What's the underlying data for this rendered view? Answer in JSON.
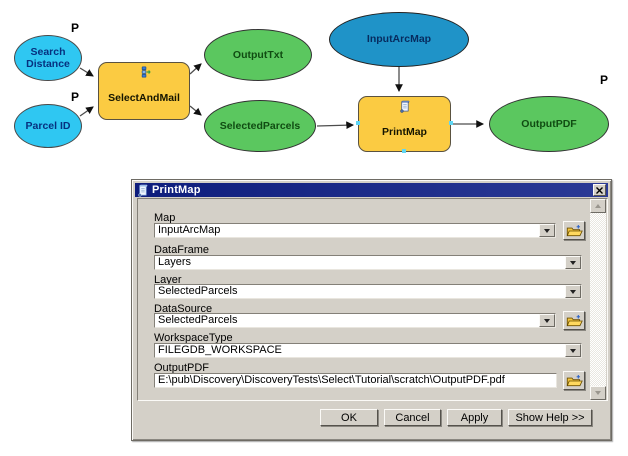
{
  "diagram": {
    "parameter_marker": "P",
    "nodes": {
      "search_distance": "Search Distance",
      "parcel_id": "Parcel ID",
      "select_and_mail": "SelectAndMail",
      "output_txt": "OutputTxt",
      "selected_parcels": "SelectedParcels",
      "input_arc_map": "InputArcMap",
      "print_map": "PrintMap",
      "output_pdf": "OutputPDF"
    },
    "colors": {
      "input_variable": "#2FC7F2",
      "map_variable": "#1F93C8",
      "derived_output": "#5BC75F",
      "tool": "#FBCB42"
    }
  },
  "dialog": {
    "title": "PrintMap",
    "close_glyph": "x",
    "fields": [
      {
        "label": "Map",
        "value": "InputArcMap"
      },
      {
        "label": "DataFrame",
        "value": "Layers"
      },
      {
        "label": "Layer",
        "value": "SelectedParcels"
      },
      {
        "label": "DataSource",
        "value": "SelectedParcels"
      },
      {
        "label": "WorkspaceType",
        "value": "FILEGDB_WORKSPACE"
      },
      {
        "label": "OutputPDF",
        "value": "E:\\pub\\Discovery\\DiscoveryTests\\Select\\Tutorial\\scratch\\OutputPDF.pdf"
      }
    ],
    "buttons": {
      "ok": "OK",
      "cancel": "Cancel",
      "apply": "Apply",
      "help": "Show Help >>"
    }
  }
}
